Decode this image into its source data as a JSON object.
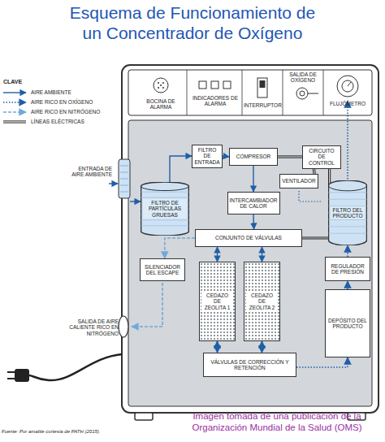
{
  "diagram": {
    "title": "Esquema de Funcionamiento de un Concentrador de Oxígeno",
    "caption": "Imagen tomada de una publicación de la Organización Mundial de la Salud (OMS)",
    "nodes": [
      {
        "text": [
          "FILTRO DE ENTRADA"
        ]
      },
      {
        "text": [
          "COMPRESOR"
        ]
      },
      {
        "text": [
          "CIRCUITO DE CONTROL"
        ]
      },
      {
        "text": [
          "VENTILADOR"
        ]
      },
      {
        "text": [
          "FILTRO DE PARTÍCULAS GRUESAS"
        ]
      },
      {
        "text": [
          "INTERCAMBIADOR DE CALOR"
        ]
      },
      {
        "text": [
          "FILTRO DEL PRODUCTO"
        ]
      },
      {
        "text": [
          "CONJUNTO DE VÁLVULAS"
        ]
      },
      {
        "text": [
          "SILENCIADOR DEL ESCAPE"
        ]
      },
      {
        "text": [
          "REGULADOR DE PRESIÓN"
        ]
      },
      {
        "text": [
          "CEDAZO DE ZEOLITA 1"
        ]
      },
      {
        "text": [
          "CEDAZO DE ZEOLITA 2"
        ]
      },
      {
        "text": [
          "DEPÓSITO DEL PRODUCTO"
        ]
      },
      {
        "text": [
          "VÁLVULAS DE CORRECCIÓN Y RETENCIÓN"
        ]
      }
    ],
    "edges": [
      {
        "from": 4,
        "to": 0,
        "arrow": "to"
      },
      {
        "from": 0,
        "to": 1,
        "arrow": "to"
      },
      {
        "from": 1,
        "to": 5,
        "arrow": "to"
      },
      {
        "from": 5,
        "to": 7,
        "arrow": "to"
      },
      {
        "from": 7,
        "to": 10,
        "arrow": "both"
      },
      {
        "from": 7,
        "to": 11,
        "arrow": "both"
      },
      {
        "from": 7,
        "to": 8,
        "arrow": "to"
      },
      {
        "from": 10,
        "to": 13,
        "arrow": "both"
      },
      {
        "from": 11,
        "to": 13,
        "arrow": "both"
      },
      {
        "from": 13,
        "to": 12,
        "arrow": "to"
      },
      {
        "from": 12,
        "to": 9,
        "arrow": "to"
      },
      {
        "from": 9,
        "to": 6,
        "arrow": "to"
      },
      {
        "from": 2,
        "to": 1,
        "arrow": "none"
      },
      {
        "from": 2,
        "to": 3,
        "arrow": "none"
      },
      {
        "from": 2,
        "to": 7,
        "arrow": "none"
      }
    ],
    "labels": [
      "CLAVE",
      "BOCINA DE ALARMA",
      "INDICADORES DE ALARMA",
      "INTERRUPTOR",
      "SALIDA DE OXÍGENO",
      "FLUJÓMETRO",
      "ENTRADA DE AIRE AMBIENTE",
      "SALIDA DE AIRE CALIENTE RICO EN NITRÓGENO",
      "Fuente: Por amable cortesía de PATH (2015)."
    ],
    "legend": [
      {
        "text": "AIRE AMBIENTE"
      },
      {
        "text": "AIRE RICO EN OXÍGENO"
      },
      {
        "text": "AIRE RICO EN NITRÓGENO"
      },
      {
        "text": "LÍNEAS ELÉCTRICAS"
      }
    ]
  }
}
